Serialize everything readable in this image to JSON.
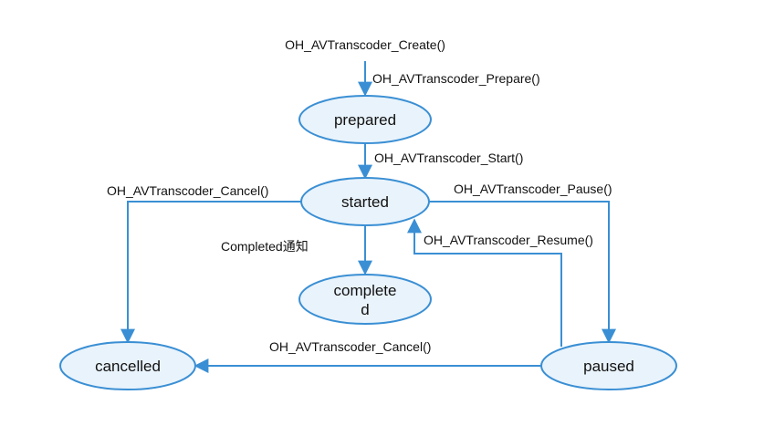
{
  "states": {
    "prepared": "prepared",
    "started": "started",
    "completed_line1": "complete",
    "completed_line2": "d",
    "cancelled": "cancelled",
    "paused": "paused"
  },
  "transitions": {
    "create": "OH_AVTranscoder_Create()",
    "prepare": "OH_AVTranscoder_Prepare()",
    "start": "OH_AVTranscoder_Start()",
    "cancel_from_started": "OH_AVTranscoder_Cancel()",
    "pause": "OH_AVTranscoder_Pause()",
    "resume": "OH_AVTranscoder_Resume()",
    "completed_notify": "Completed通知",
    "cancel_from_paused": "OH_AVTranscoder_Cancel()"
  },
  "colors": {
    "edge": "#3a8fd4",
    "state_fill": "#e9f3fb"
  }
}
